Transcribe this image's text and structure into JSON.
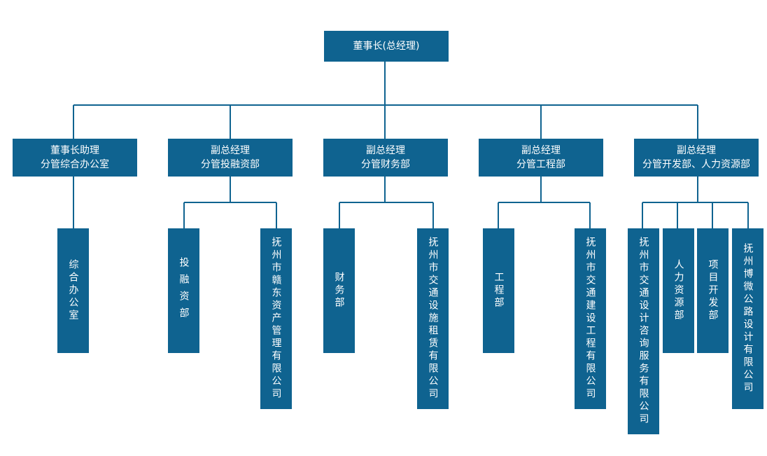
{
  "colors": {
    "box": "#0f6390",
    "line": "#0f6390",
    "text": "#ffffff"
  },
  "chairman": "董事长(总经理)",
  "managers": [
    "董事长助理\n分管综合办公室",
    "副总经理\n分管投融资部",
    "副总经理\n分管财务部",
    "副总经理\n分管工程部",
    "副总经理\n分管开发部、人力资源部"
  ],
  "units": [
    "综合办公室",
    "投融资部",
    "抚州市赣东资产管理有限公司",
    "财务部",
    "抚州市交通设施租赁有限公司",
    "工程部",
    "抚州市交通建设工程有限公司",
    "抚州市交通设计咨询服务有限公司",
    "人力资源部",
    "项目开发部",
    "抚州博微公路设计有限公司"
  ]
}
